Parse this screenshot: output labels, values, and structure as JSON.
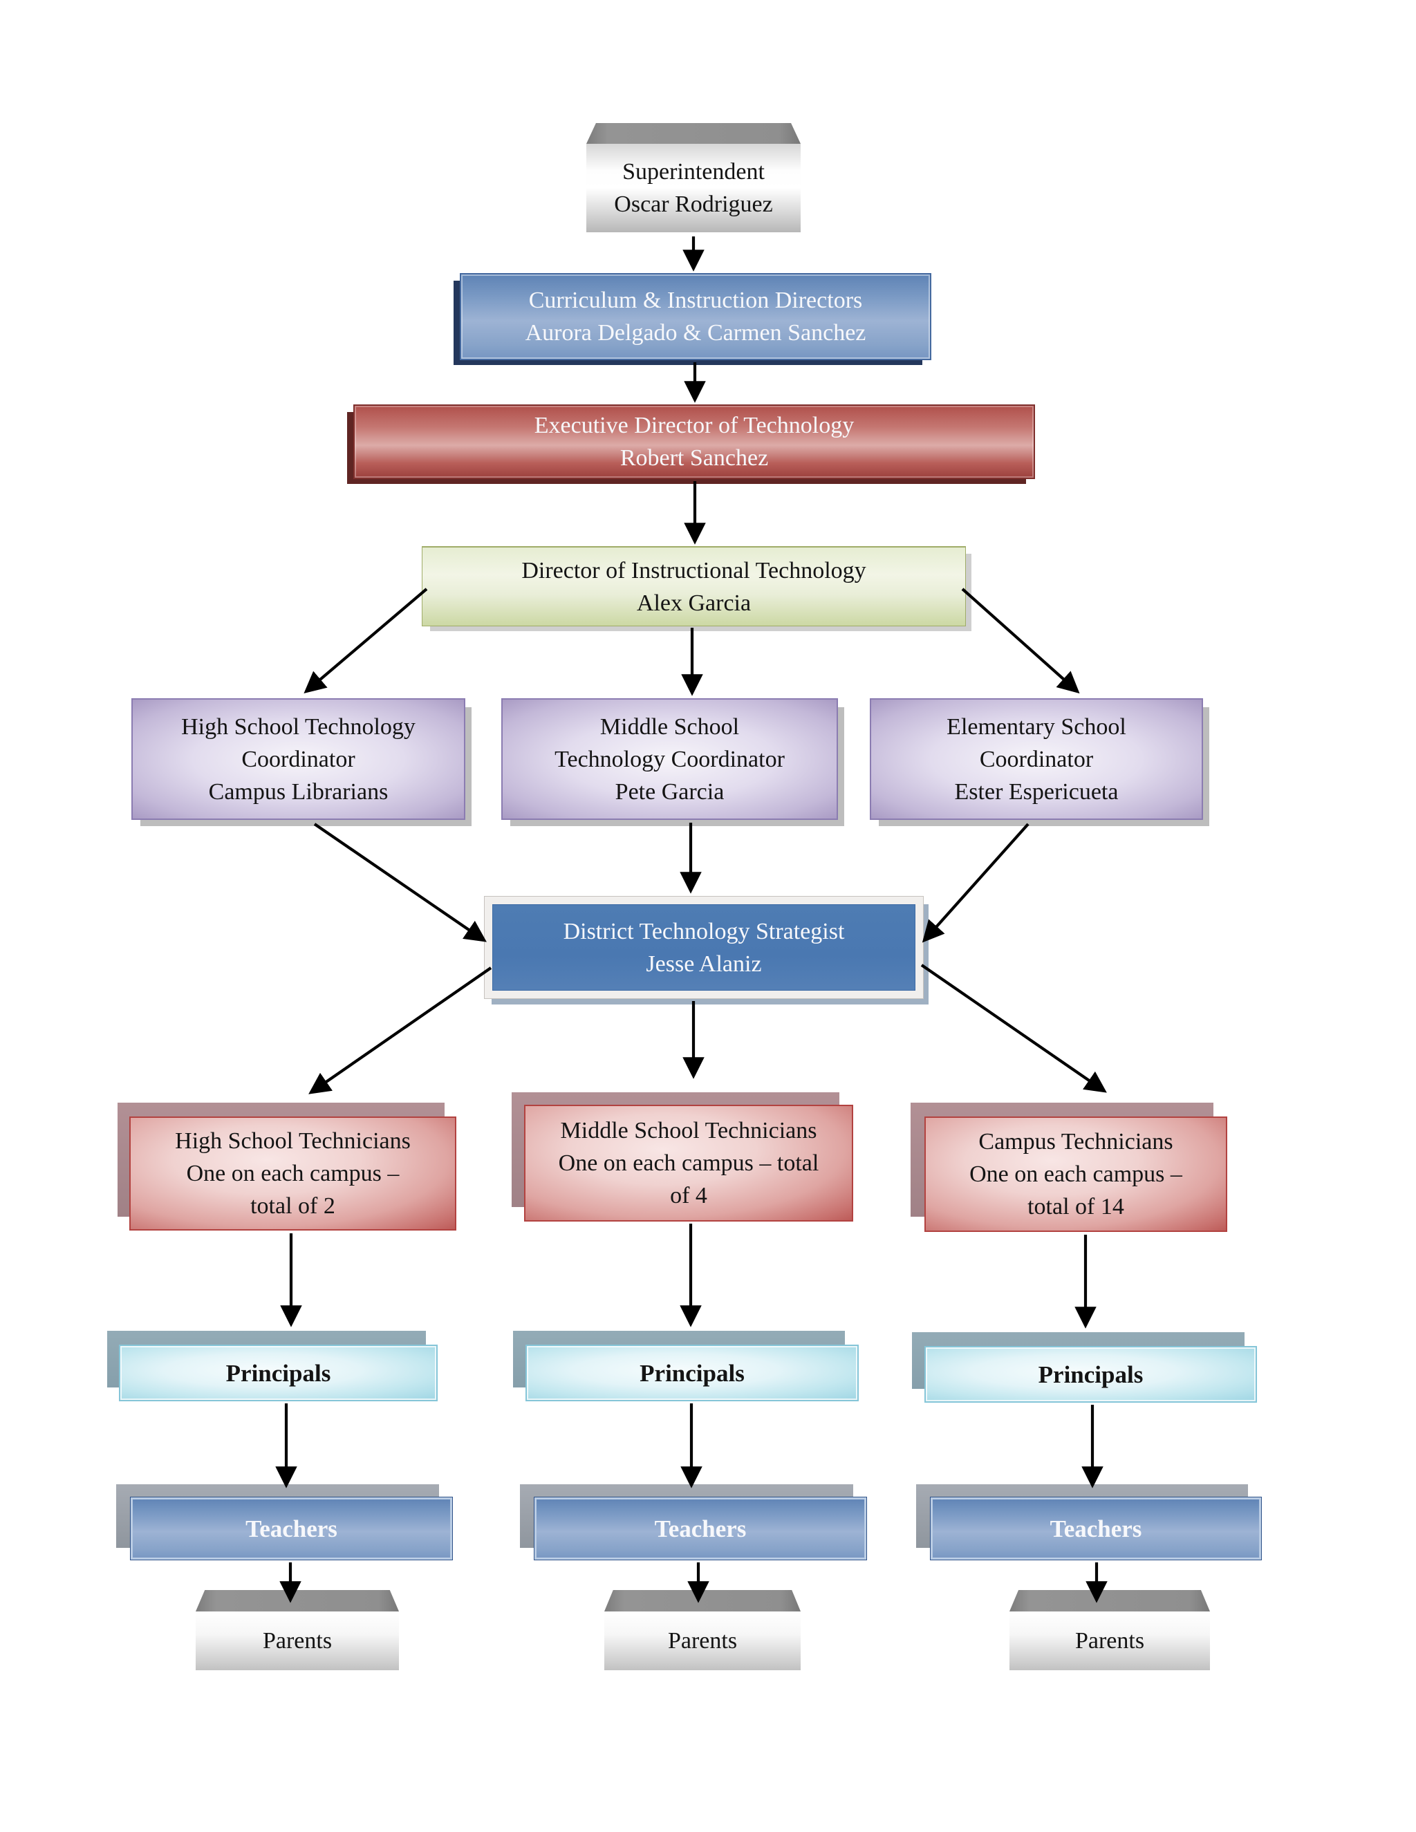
{
  "org": {
    "superintendent": {
      "line1": "Superintendent",
      "line2": "Oscar Rodriguez"
    },
    "curriculum_directors": {
      "line1": "Curriculum & Instruction Directors",
      "line2": "Aurora Delgado & Carmen Sanchez"
    },
    "executive_director": {
      "line1": "Executive Director of Technology",
      "line2": "Robert Sanchez"
    },
    "instructional_director": {
      "line1": "Director of Instructional Technology",
      "line2": "Alex Garcia"
    },
    "high_school_coordinator": {
      "line1": "High School Technology",
      "line2": "Coordinator",
      "line3": "Campus Librarians"
    },
    "middle_school_coordinator": {
      "line1": "Middle School",
      "line2": "Technology Coordinator",
      "line3": "Pete Garcia"
    },
    "elementary_coordinator": {
      "line1": "Elementary School",
      "line2": "Coordinator",
      "line3": "Ester Espericueta"
    },
    "district_strategist": {
      "line1": "District Technology Strategist",
      "line2": "Jesse Alaniz"
    },
    "high_school_technicians": {
      "line1": "High School Technicians",
      "line2": "One on each campus –",
      "line3": "total of 2"
    },
    "middle_school_technicians": {
      "line1": "Middle School Technicians",
      "line2": "One on each campus – total",
      "line3": "of 4"
    },
    "campus_technicians": {
      "line1": "Campus Technicians",
      "line2": "One on each campus –",
      "line3": "total of 14"
    },
    "principals_label": "Principals",
    "teachers_label": "Teachers",
    "parents_label": "Parents"
  },
  "colors": {
    "arrow": "#000000",
    "blue_box": "#7c9bc5",
    "red_box": "#bb5a56",
    "green_box": "#e9eed8",
    "purple_box": "#d4cce3",
    "strategist_blue": "#4a78b1",
    "pink_box": "#eccac7",
    "cyan_box": "#d2edf4",
    "teachers_blue": "#7c9bc5",
    "slab_gray": "#8f8f8f"
  }
}
